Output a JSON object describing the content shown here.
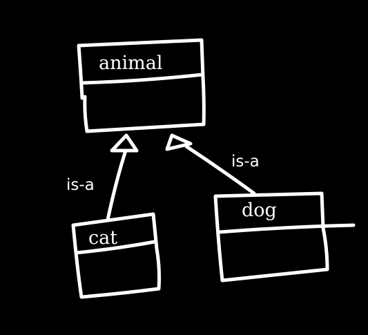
{
  "classes": {
    "animal": {
      "name": "animal"
    },
    "cat": {
      "name": "cat"
    },
    "dog": {
      "name": "dog"
    }
  },
  "relations": {
    "cat_to_animal": {
      "label": "is-a"
    },
    "dog_to_animal": {
      "label": "is-a"
    }
  },
  "colors": {
    "background": "#000000",
    "ink": "#ffffff"
  }
}
